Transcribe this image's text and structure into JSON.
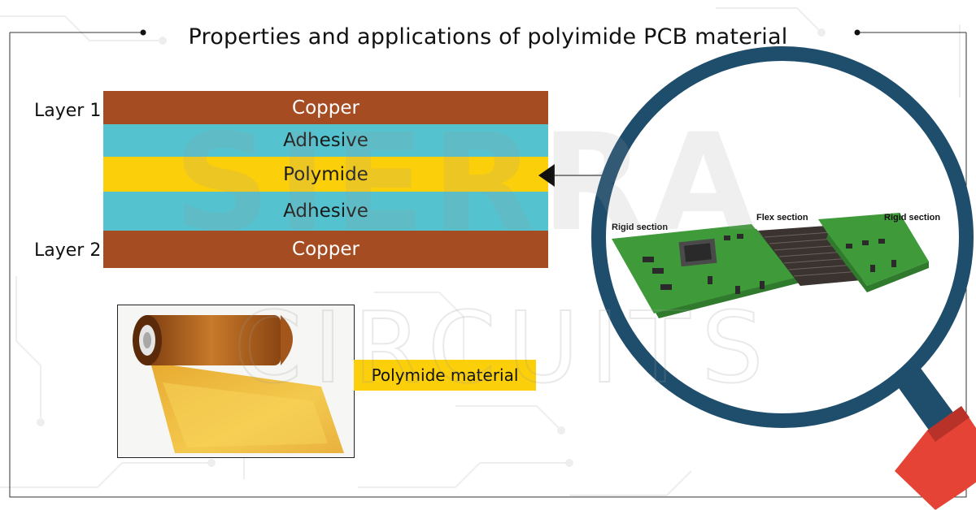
{
  "title": "Properties and applications of polyimide PCB material",
  "stackup": {
    "layer1_label": "Layer 1",
    "layer2_label": "Layer 2",
    "layers": [
      {
        "name": "Copper",
        "role": "copper"
      },
      {
        "name": "Adhesive",
        "role": "adhesive"
      },
      {
        "name": "Polymide",
        "role": "polymide"
      },
      {
        "name": "Adhesive",
        "role": "adhesive"
      },
      {
        "name": "Copper",
        "role": "copper"
      }
    ]
  },
  "material_label": "Polymide material",
  "pcb": {
    "rigid_left": "Rigid section",
    "flex": "Flex section",
    "rigid_right": "Rigid section"
  },
  "watermark": {
    "line1": "SIERRA",
    "line2": "CIRCUITS"
  },
  "colors": {
    "copper": "#a54c22",
    "adhesive": "#54c3cf",
    "polymide": "#fccf0b",
    "lens_ring": "#1f4e6d",
    "handle": "#e44336",
    "pcb_green": "#3f9a3a"
  }
}
